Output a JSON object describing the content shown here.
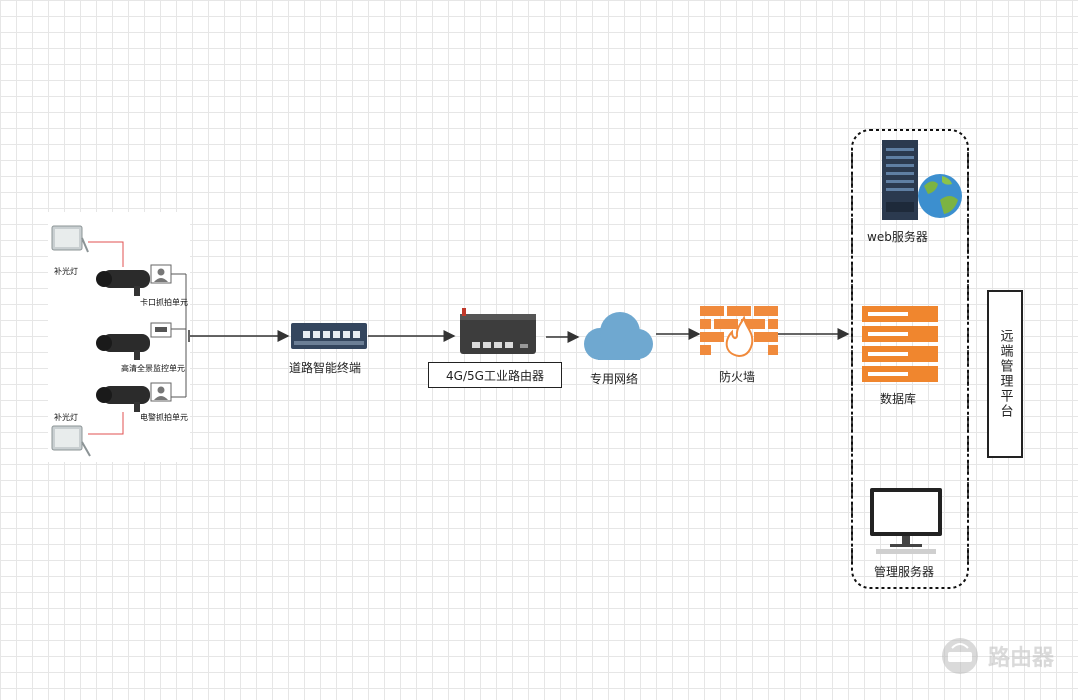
{
  "camera_panel": {
    "fill_light_top": "补光灯",
    "checkpoint_unit": "卡口抓拍单元",
    "hd_monitor_unit": "高清全景监控单元",
    "epolice_unit": "电警抓拍单元",
    "fill_light_bottom": "补光灯"
  },
  "nodes": {
    "road_terminal": "道路智能终端",
    "router": "4G/5G工业路由器",
    "private_network": "专用网络",
    "firewall": "防火墙",
    "web_server": "web服务器",
    "database": "数据库",
    "management_server": "管理服务器"
  },
  "remote_platform": "远端管理平台",
  "watermark": "路由器",
  "colors": {
    "cloud": "#6fa8d0",
    "firewall": "#f08a3c",
    "database": "#f0862e",
    "server": "#2b3a4f",
    "switch": "#34465e"
  }
}
